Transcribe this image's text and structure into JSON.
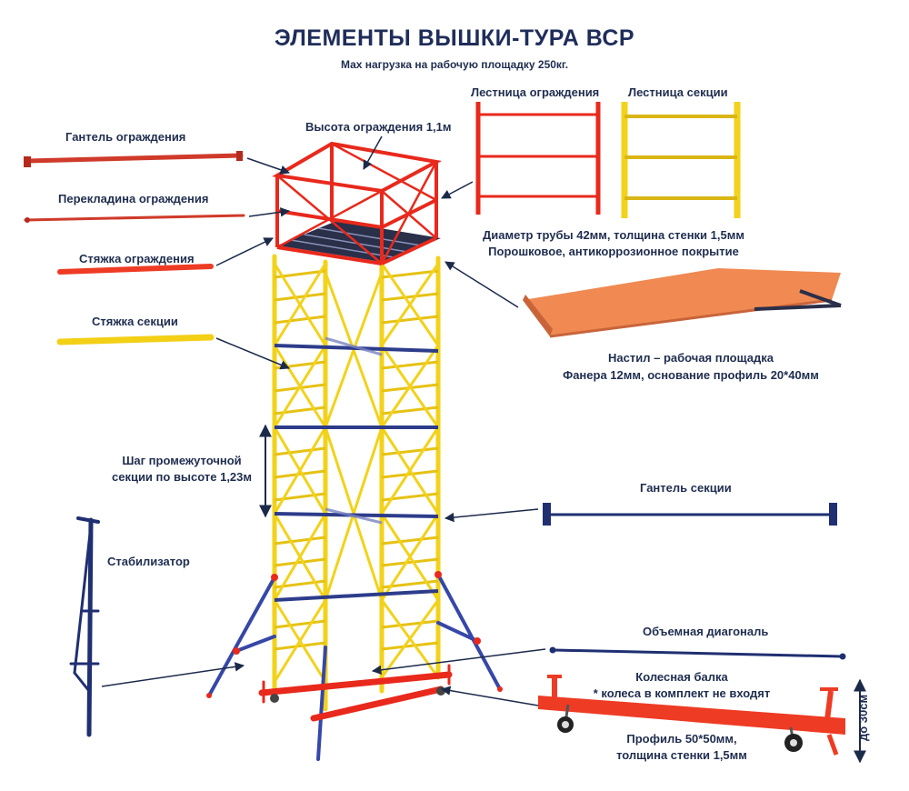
{
  "title": "ЭЛЕМЕНТЫ ВЫШКИ-ТУРА ВСР",
  "subtitle": "Мах нагрузка на рабочую площадку 250кг.",
  "labels": {
    "guard_dumbbell": "Гантель ограждения",
    "guard_crossbar": "Перекладина ограждения",
    "guard_tie": "Стяжка ограждения",
    "section_tie": "Стяжка секции",
    "guard_height": "Высота ограждения 1,1м",
    "guard_ladder": "Лестница ограждения",
    "section_ladder": "Лестница секции",
    "pipe_line1": "Диаметр трубы 42мм, толщина стенки 1,5мм",
    "pipe_line2": "Порошковое, антикоррозионное покрытие",
    "deck_line1": "Настил – рабочая площадка",
    "deck_line2": "Фанера 12мм, основание  профиль 20*40мм",
    "step_line1": "Шаг промежуточной",
    "step_line2": "секции по высоте 1,23м",
    "section_dumbbell": "Гантель секции",
    "stabilizer": "Стабилизатор",
    "diagonal": "Объемная диагональ",
    "wheel_beam_line1": "Колесная балка",
    "wheel_beam_line2": "* колеса в комплект не входят",
    "profile_line1": "Профиль 50*50мм,",
    "profile_line2": "толщина стенки 1,5мм",
    "height_note": "до 30см"
  },
  "colors": {
    "red": "#e8291c",
    "yellow": "#f2d21a",
    "navy": "#1f2f72",
    "plywood": "#f08a52",
    "callout": "#1c2a4a"
  }
}
